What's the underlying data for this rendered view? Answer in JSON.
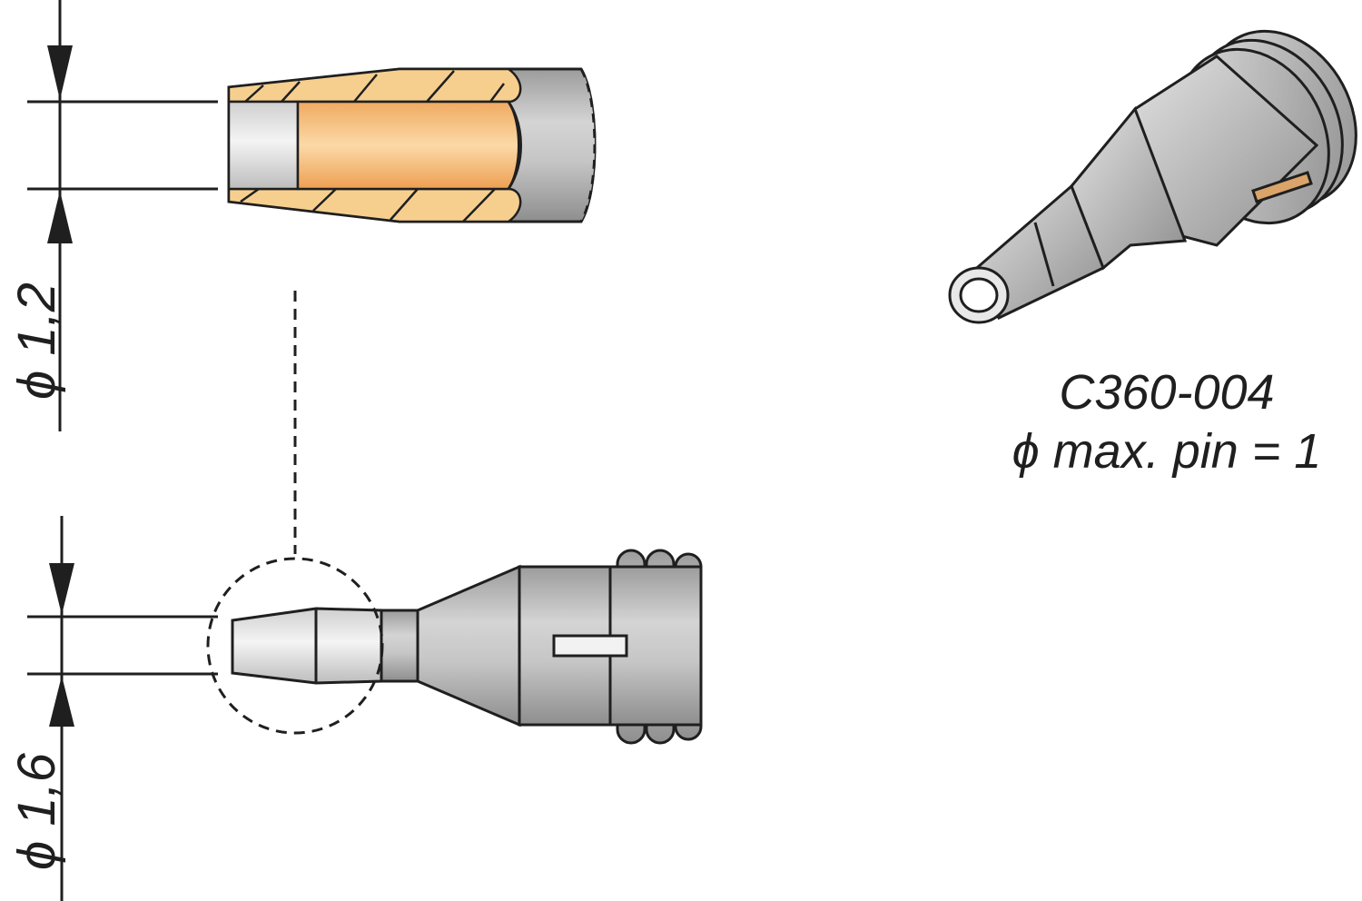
{
  "part_number": "C360-004",
  "pin_label": "ϕ max. pin = 1",
  "dimensions": {
    "top": "ϕ 1,2",
    "bottom": "ϕ 1,6"
  },
  "colors": {
    "metal": "#b8b8b8",
    "metal_light": "#e6e6e6",
    "copper": "#f2a85a",
    "copper_light": "#f9dcae",
    "hatch_fill": "#f6c98a",
    "outline": "#1f1f1f"
  }
}
